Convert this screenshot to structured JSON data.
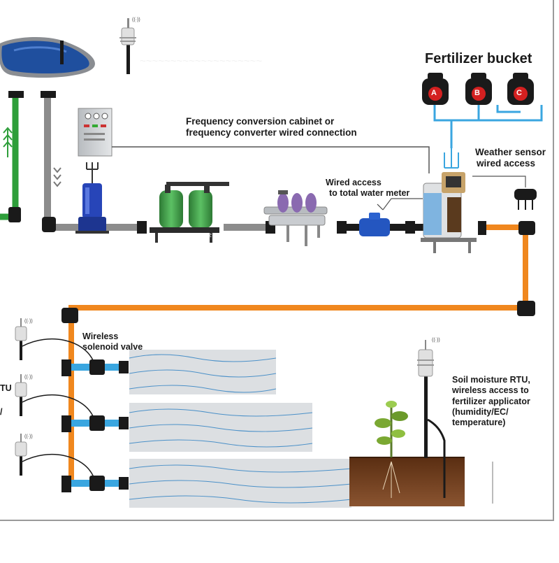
{
  "labels": {
    "fertilizer_bucket": "Fertilizer bucket",
    "bucket_a": "A",
    "bucket_b": "B",
    "bucket_c": "C",
    "freq_line1": "Frequency conversion cabinet or",
    "freq_line2": "frequency converter wired connection",
    "weather_line1": "Weather sensor",
    "weather_line2": "wired access",
    "water_meter_line1": "Wired access",
    "water_meter_line2": "to total water meter",
    "wireless_valve_line1": "Wireless",
    "wireless_valve_line2": "solenoid valve",
    "rtu_fragment": "TU",
    "rtu_fragment2": "/",
    "soil_line1": "Soil moisture RTU,",
    "soil_line2": "wireless access to",
    "soil_line3": "fertilizer applicator",
    "soil_line4": "(humidity/EC/",
    "soil_line5": "temperature)"
  },
  "colors": {
    "pond_water": "#1f4f9e",
    "pond_rim": "#8a8d92",
    "supply_pipe": "#2e9e3a",
    "grey_pipe": "#8c8c8c",
    "main_pipe": "#f0871e",
    "fertilizer_line": "#3aa6e0",
    "bucket_body": "#1a1a1a",
    "bucket_label": "#d42020",
    "filter_tank": "#3e9a44",
    "pump": "#2745b8",
    "water_meter": "#2456c0",
    "soil": "#6b3b1c",
    "field_bed": "#dcdfe2",
    "field_wave": "#4a90c8"
  },
  "icons": {
    "pond": "pond-reservoir-icon",
    "antenna": "wireless-antenna-icon",
    "cabinet": "frequency-cabinet-icon",
    "pump": "water-pump-icon",
    "sand_filter": "sand-filter-icon",
    "disc_filter": "disc-filter-icon",
    "water_meter": "water-meter-icon",
    "fertilizer_machine": "fertilizer-applicator-icon",
    "weather_sensor": "weather-sensor-icon",
    "solenoid_valve": "solenoid-valve-icon",
    "soil_probe": "soil-moisture-probe-icon",
    "plant": "plant-icon"
  }
}
